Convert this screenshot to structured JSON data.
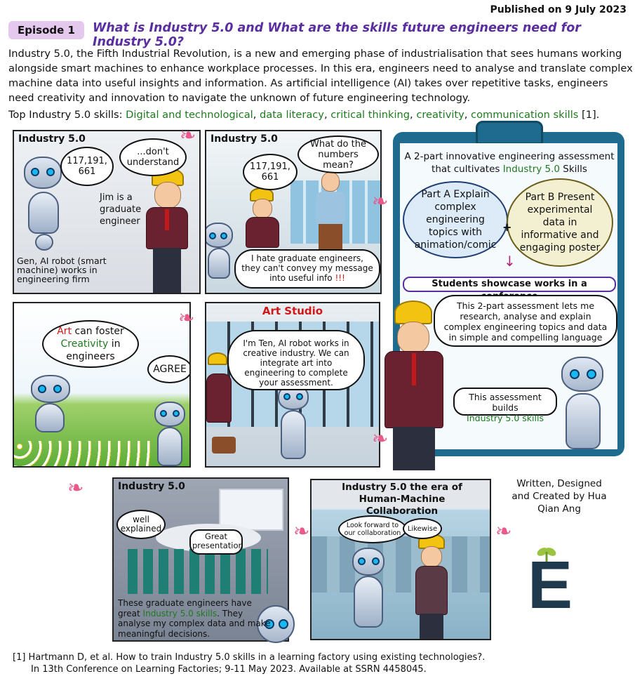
{
  "header": {
    "published": "Published on 9 July 2023",
    "episode": "Episode 1",
    "title": "What is Industry 5.0 and What are the skills future engineers need for Industry 5.0?"
  },
  "intro": "Industry 5.0, the Fifth Industrial Revolution, is a new and emerging phase of industrialisation that sees humans working alongside smart machines to enhance workplace processes. In this era, engineers need to analyse and translate complex machine data into useful insights and information. As artificial intelligence (AI) takes over repetitive tasks, engineers need creativity and innovation to navigate the unknown of future engineering technology.",
  "skills": {
    "lead": "Top Industry 5.0 skills: ",
    "items": [
      "Digital and technological",
      "data literacy",
      "critical thinking",
      "creativity",
      "communication skills"
    ],
    "ref": " [1]."
  },
  "panel1": {
    "title": "Industry 5.0",
    "numbers": "117,191, 661",
    "dont": "...don't understand",
    "jim": "Jim is a graduate engineer",
    "gen": "Gen, AI robot (smart machine) works in engineering firm"
  },
  "panel2": {
    "title": "Industry 5.0",
    "question": "What do the numbers mean?",
    "numbers": "117,191, 661",
    "hate": "I hate graduate engineers, they can't convey my message into useful info",
    "excl": "!!!"
  },
  "clipboard": {
    "heading1": "A 2-part innovative engineering assessment that cultivates ",
    "heading_green": "Industry 5.0",
    "heading2": " Skills",
    "partA": "Part A Explain complex engineering topics with animation/comic",
    "plus": "+",
    "partB": "Part B Present experimental data in informative and engaging poster",
    "showcase": "Students showcase works in a conference"
  },
  "panel3": {
    "art": "Art",
    "foster": " can foster",
    "creativity": "Creativity",
    "engineers": " in engineers",
    "agree": "AGREE"
  },
  "panel4": {
    "title": "Art Studio",
    "ten": "I'm Ten, AI robot works in creative industry. We can integrate art into engineering to complete your assessment."
  },
  "right": {
    "lets": "This 2-part assessment lets me research, analyse and explain complex engineering topics and data in simple and compelling language",
    "builds1": "This assessment builds",
    "builds2": "Industry 5.0 skills"
  },
  "panel5": {
    "title": "Industry 5.0",
    "well": "well explained",
    "great": "Great presentation",
    "cap1": "These graduate engineers have great ",
    "cap_green": "Industry 5.0 skills",
    "cap2": ". They analyse my complex data and make meaningful decisions."
  },
  "panel6": {
    "title": "Industry 5.0 the era of Human-Machine Collaboration",
    "look": "Look forward to our collaboration",
    "likewise": "Likewise"
  },
  "author": "Written, Designed and Created by Hua Qian Ang",
  "logo_letter": "E",
  "reference": {
    "line1": "[1] Hartmann D, et al. How to train Industry 5.0 skills in a learning factory using existing technologies?.",
    "line2": "In 13th Conference on Learning Factories; 9-11 May 2023. Available at SSRN 4458045."
  },
  "colors": {
    "title": "#5a2da0",
    "episode_bg": "#e4c8ee",
    "green": "#1f7a1f",
    "red": "#d01818",
    "clipboard": "#1e6b8f"
  }
}
